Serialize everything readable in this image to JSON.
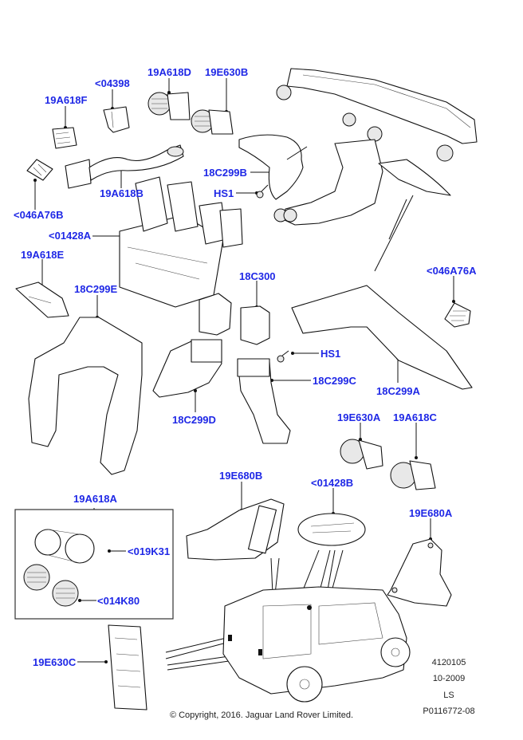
{
  "diagram": {
    "type": "exploded parts illustration",
    "subject": "Heater / air conditioning ducts and vents",
    "label_color": "#1f28e6"
  },
  "callouts": [
    {
      "id": "19A618D",
      "text": "19A618D"
    },
    {
      "id": "19E630B",
      "text": "19E630B"
    },
    {
      "id": "04398",
      "text": "<04398"
    },
    {
      "id": "19A618F",
      "text": "19A618F"
    },
    {
      "id": "046A76B",
      "text": "<046A76B"
    },
    {
      "id": "19A618B",
      "text": "19A618B"
    },
    {
      "id": "18C299B",
      "text": "18C299B"
    },
    {
      "id": "HS1_top",
      "text": "HS1"
    },
    {
      "id": "01428A",
      "text": "<01428A"
    },
    {
      "id": "19A618E",
      "text": "19A618E"
    },
    {
      "id": "18C299E",
      "text": "18C299E"
    },
    {
      "id": "18C300",
      "text": "18C300"
    },
    {
      "id": "046A76A",
      "text": "<046A76A"
    },
    {
      "id": "HS1_mid",
      "text": "HS1"
    },
    {
      "id": "18C299C",
      "text": "18C299C"
    },
    {
      "id": "18C299D",
      "text": "18C299D"
    },
    {
      "id": "18C299A",
      "text": "18C299A"
    },
    {
      "id": "19E630A",
      "text": "19E630A"
    },
    {
      "id": "19A618C",
      "text": "19A618C"
    },
    {
      "id": "19E680B",
      "text": "19E680B"
    },
    {
      "id": "01428B",
      "text": "<01428B"
    },
    {
      "id": "19A618A",
      "text": "19A618A"
    },
    {
      "id": "019K31",
      "text": "<019K31"
    },
    {
      "id": "19E680A",
      "text": "19E680A"
    },
    {
      "id": "014K80",
      "text": "<014K80"
    },
    {
      "id": "19E630C",
      "text": "19E630C"
    }
  ],
  "metadata": {
    "code": "4120105",
    "date": "10-2009",
    "initials": "LS",
    "ref": "P0116772-08"
  },
  "copyright": "© Copyright, 2016. Jaguar Land Rover Limited."
}
